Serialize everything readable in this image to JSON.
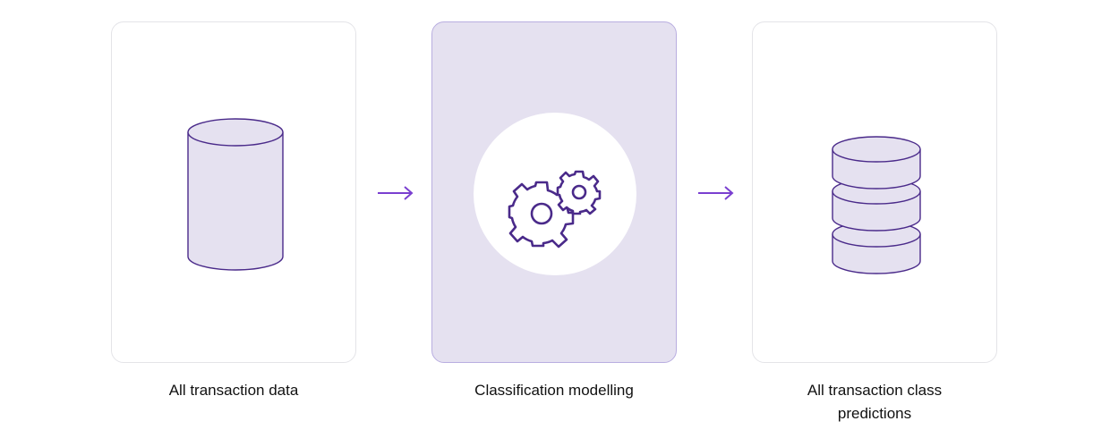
{
  "steps": [
    {
      "icon": "database-cylinder-icon",
      "caption": "All transaction data"
    },
    {
      "icon": "gears-icon",
      "caption": "Classification modelling"
    },
    {
      "icon": "stacked-database-icon",
      "caption_line1": "All transaction class",
      "caption_line2": "predictions"
    }
  ],
  "arrows": [
    "arrow-right-icon",
    "arrow-right-icon"
  ],
  "colors": {
    "accent": "#7a3fd0",
    "stroke": "#4a2a8a",
    "fill": "#e5e1f0",
    "card_border": "#e4e4e8"
  }
}
